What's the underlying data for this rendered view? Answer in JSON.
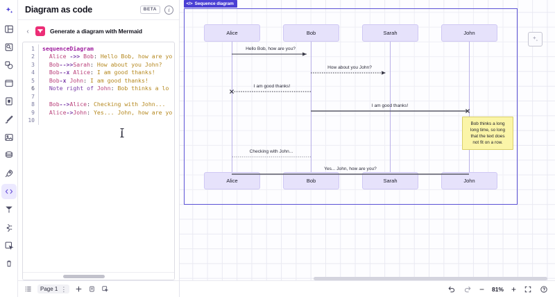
{
  "rail": {
    "items": [
      {
        "name": "ai-sparkle-icon",
        "label": "AI assistant"
      },
      {
        "name": "layout-panel-icon",
        "label": "Templates"
      },
      {
        "name": "shapes-search-icon",
        "label": "Shape search"
      },
      {
        "name": "shapes-icon",
        "label": "Shapes"
      },
      {
        "name": "card-icon",
        "label": "Cards"
      },
      {
        "name": "sticky-note-icon",
        "label": "Sticky notes"
      },
      {
        "name": "pen-icon",
        "label": "Pen"
      },
      {
        "name": "image-icon",
        "label": "Images"
      },
      {
        "name": "database-icon",
        "label": "Data"
      },
      {
        "name": "rocket-icon",
        "label": "Apps"
      },
      {
        "name": "code-icon",
        "label": "Diagram as code"
      },
      {
        "name": "flow-icon",
        "label": "Flow"
      },
      {
        "name": "integrations-icon",
        "label": "Integrations"
      },
      {
        "name": "frame-icon",
        "label": "Frames"
      },
      {
        "name": "more-icon",
        "label": "More"
      }
    ],
    "active_index": 10
  },
  "panel": {
    "title": "Diagram as code",
    "beta_badge": "BETA",
    "info_icon": "i",
    "back_chevron": "‹",
    "generator_label": "Generate a diagram with Mermaid",
    "logo_name": "mermaid-logo"
  },
  "editor": {
    "language": "mermaid",
    "lines": [
      {
        "n": "1",
        "tokens": [
          {
            "t": "sequenceDiagram",
            "c": "k-key"
          }
        ]
      },
      {
        "n": "2",
        "tokens": [
          {
            "t": "  Alice ",
            "c": "k-actor"
          },
          {
            "t": "->>",
            "c": "k-arrow"
          },
          {
            "t": " Bob",
            "c": "k-actor"
          },
          {
            "t": ":",
            "c": "k-colon"
          },
          {
            "t": " Hello Bob, how are yo",
            "c": "k-msg"
          }
        ]
      },
      {
        "n": "3",
        "tokens": [
          {
            "t": "  Bob",
            "c": "k-actor"
          },
          {
            "t": "-->>",
            "c": "k-arrow"
          },
          {
            "t": "Sarah",
            "c": "k-actor"
          },
          {
            "t": ":",
            "c": "k-colon"
          },
          {
            "t": " How about you John?",
            "c": "k-msg"
          }
        ]
      },
      {
        "n": "4",
        "tokens": [
          {
            "t": "  Bob",
            "c": "k-actor"
          },
          {
            "t": "--x",
            "c": "k-arrow"
          },
          {
            "t": " Alice",
            "c": "k-actor"
          },
          {
            "t": ":",
            "c": "k-colon"
          },
          {
            "t": " I am good thanks!",
            "c": "k-msg"
          }
        ]
      },
      {
        "n": "5",
        "tokens": [
          {
            "t": "  Bob",
            "c": "k-actor"
          },
          {
            "t": "-x",
            "c": "k-arrow"
          },
          {
            "t": " John",
            "c": "k-actor"
          },
          {
            "t": ":",
            "c": "k-colon"
          },
          {
            "t": " I am good thanks!",
            "c": "k-msg"
          }
        ]
      },
      {
        "n": "6",
        "tokens": [
          {
            "t": "  Note right of ",
            "c": "k-note"
          },
          {
            "t": "John",
            "c": "k-actor"
          },
          {
            "t": ":",
            "c": "k-colon"
          },
          {
            "t": " Bob thinks a lo",
            "c": "k-msg"
          }
        ]
      },
      {
        "n": "7",
        "tokens": [
          {
            "t": "",
            "c": "k-msg"
          }
        ]
      },
      {
        "n": "8",
        "tokens": [
          {
            "t": "  Bob",
            "c": "k-actor"
          },
          {
            "t": "-->",
            "c": "k-arrow"
          },
          {
            "t": "Alice",
            "c": "k-actor"
          },
          {
            "t": ":",
            "c": "k-colon"
          },
          {
            "t": " Checking with John...",
            "c": "k-msg"
          }
        ]
      },
      {
        "n": "9",
        "tokens": [
          {
            "t": "  Alice",
            "c": "k-actor"
          },
          {
            "t": "->",
            "c": "k-arrow"
          },
          {
            "t": "John",
            "c": "k-actor"
          },
          {
            "t": ":",
            "c": "k-colon"
          },
          {
            "t": " Yes... John, how are yo",
            "c": "k-msg"
          }
        ]
      },
      {
        "n": "10",
        "tokens": [
          {
            "t": "",
            "c": "k-msg"
          }
        ]
      }
    ]
  },
  "panel_footer": {
    "pages_icon": "pages-list-icon",
    "page_label": "Page 1",
    "page_menu_dots": "⋮",
    "add_page": "+",
    "duplicate_icon": "duplicate-page-icon",
    "frame_icon": "frame-select-icon"
  },
  "canvas": {
    "ai_button_name": "ai-sparkle-button",
    "frame_label": "Sequence diagram",
    "frame_label_icon": "</>"
  },
  "chart_data": {
    "type": "sequence-diagram",
    "title": "Sequence diagram",
    "actors": [
      "Alice",
      "Bob",
      "Sarah",
      "John"
    ],
    "messages": [
      {
        "from": "Alice",
        "to": "Bob",
        "text": "Hello Bob, how are you?",
        "style": "solid",
        "head": "arrow"
      },
      {
        "from": "Bob",
        "to": "Sarah",
        "text": "How about you John?",
        "style": "dotted",
        "head": "arrow"
      },
      {
        "from": "Bob",
        "to": "Alice",
        "text": "I am good thanks!",
        "style": "dotted",
        "head": "cross"
      },
      {
        "from": "Bob",
        "to": "John",
        "text": "I am good thanks!",
        "style": "solid",
        "head": "cross"
      },
      {
        "from": "Bob",
        "to": "Alice",
        "text": "Checking with John...",
        "style": "dotted",
        "head": "none"
      },
      {
        "from": "Alice",
        "to": "John",
        "text": "Yes... John, how are you?",
        "style": "solid",
        "head": "none"
      }
    ],
    "notes": [
      {
        "position": "right of John",
        "text": "Bob thinks a long long time, so long that the text does not fit on a row."
      }
    ]
  },
  "note": {
    "line1": "Bob thinks a long",
    "line2": "long time, so long",
    "line3": "that the text does",
    "line4": "not fit on a row."
  },
  "labels": {
    "m1": "Hello Bob, how are you?",
    "m2": "How about you John?",
    "m3": "I am good thanks!",
    "m4": "I am good thanks!",
    "m5": "Checking with John...",
    "m6": "Yes... John, how are you?"
  },
  "actors": {
    "a1": "Alice",
    "a2": "Bob",
    "a3": "Sarah",
    "a4": "John"
  },
  "canvas_footer": {
    "undo": "undo-icon",
    "redo": "redo-icon",
    "zoom_out": "−",
    "zoom_level": "81%",
    "zoom_in": "+",
    "fit_screen": "fit-screen-icon",
    "help": "help-icon"
  },
  "colors": {
    "accent": "#4a3fd4",
    "actor_fill": "#e6e2fb",
    "note_fill": "#fbf5a8",
    "mermaid_pink": "#ec2d76"
  }
}
